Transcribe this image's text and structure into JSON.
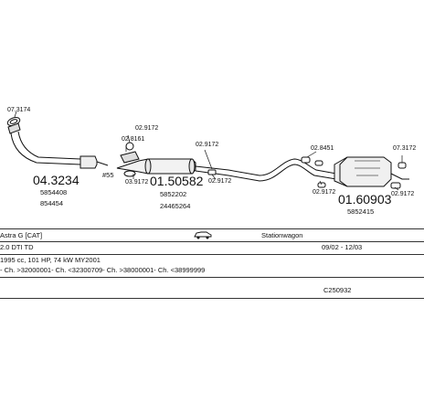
{
  "parts": {
    "front_pipe": {
      "number": "04.3234",
      "oem_1": "5854408",
      "oem_2": "854454"
    },
    "middle_silencer": {
      "number": "01.50582",
      "oem_1": "5852202",
      "oem_2": "24465264"
    },
    "rear_silencer": {
      "number": "01.60903",
      "oem_1": "5852415"
    },
    "clamp_note": "#55"
  },
  "fittings": [
    "07.3174",
    "02.9172",
    "02.8161",
    "03.9172",
    "02.9172",
    "02.9172",
    "02.8451",
    "07.3172",
    "02.9172",
    "02.9172"
  ],
  "info": {
    "vehicle": "Astra G [CAT]",
    "body_type": "Stationwagon",
    "engine": "2.0 DTI TD",
    "years": "09/02 - 12/03",
    "specs": "1995 cc, 101 HP, 74 kW MY2001",
    "chassis": "- Ch. >32000001- Ch. <32300709- Ch. >38000001- Ch. <38999999",
    "code": "C250932"
  }
}
